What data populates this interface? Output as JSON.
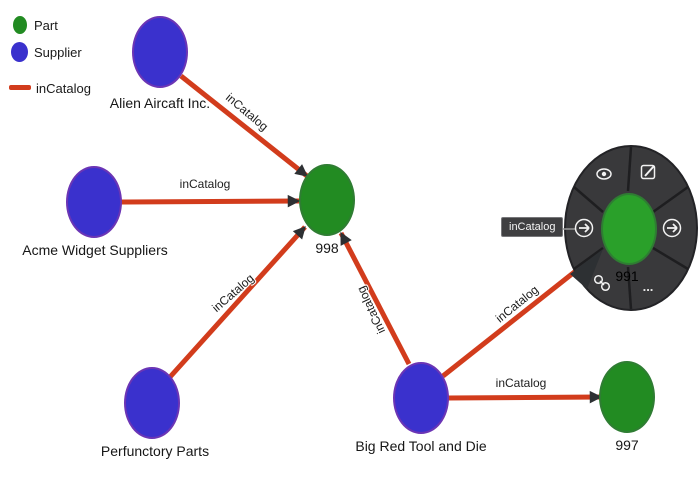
{
  "legend": {
    "items": [
      {
        "label": "Part",
        "swatch": "green-ellipse",
        "color": "#228b22"
      },
      {
        "label": "Supplier",
        "swatch": "blue-ellipse",
        "color": "#3a31cd"
      },
      {
        "label": "inCatalog",
        "swatch": "red-line",
        "color": "#d23c1c"
      }
    ]
  },
  "graph": {
    "nodes": [
      {
        "id": "alien",
        "label": "Alien Aircaft Inc.",
        "type": "Supplier"
      },
      {
        "id": "acme",
        "label": "Acme Widget Suppliers",
        "type": "Supplier"
      },
      {
        "id": "perfunctory",
        "label": "Perfunctory Parts",
        "type": "Supplier"
      },
      {
        "id": "bigred",
        "label": "Big Red Tool and Die",
        "type": "Supplier"
      },
      {
        "id": "998",
        "label": "998",
        "type": "Part"
      },
      {
        "id": "997",
        "label": "997",
        "type": "Part"
      },
      {
        "id": "991",
        "label": "991",
        "type": "Part"
      }
    ],
    "edges": [
      {
        "from": "Alien Aircaft Inc.",
        "to": "998",
        "label": "inCatalog"
      },
      {
        "from": "Acme Widget Suppliers",
        "to": "998",
        "label": "inCatalog"
      },
      {
        "from": "Perfunctory Parts",
        "to": "998",
        "label": "inCatalog"
      },
      {
        "from": "Big Red Tool and Die",
        "to": "998",
        "label": "inCatalog"
      },
      {
        "from": "Big Red Tool and Die",
        "to": "991",
        "label": "inCatalog"
      },
      {
        "from": "Big Red Tool and Die",
        "to": "997",
        "label": "inCatalog"
      }
    ]
  },
  "radial_menu": {
    "node": "991",
    "tooltip": "inCatalog",
    "more_label": "...",
    "items": [
      {
        "icon": "eye-icon"
      },
      {
        "icon": "edit-icon"
      },
      {
        "icon": "expand-incoming-icon"
      },
      {
        "icon": "expand-outgoing-icon"
      },
      {
        "icon": "link-icon"
      },
      {
        "icon": "more-ellipsis"
      }
    ]
  },
  "colors": {
    "part": "#228b22",
    "supplier": "#3a31cd",
    "edge": "#d23c1c",
    "arrowhead": "#2d3033",
    "menu_background": "#39393b",
    "tooltip_background": "#3f3f41",
    "canvas": "#ffffff"
  }
}
